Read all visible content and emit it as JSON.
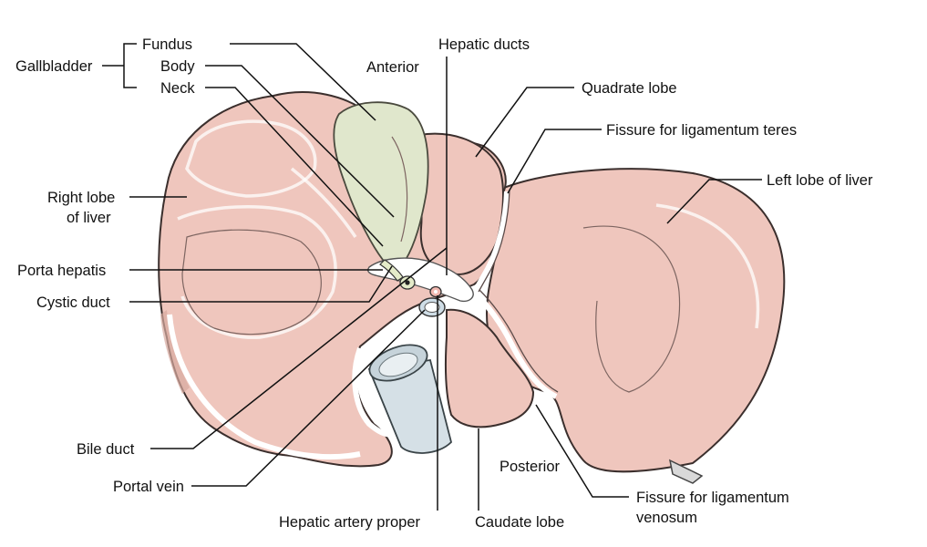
{
  "labels": {
    "gallbladder": "Gallbladder",
    "fundus": "Fundus",
    "body": "Body",
    "neck": "Neck",
    "anterior": "Anterior",
    "hepatic_ducts": "Hepatic ducts",
    "quadrate_lobe": "Quadrate lobe",
    "fissure_lig_teres": "Fissure for ligamentum teres",
    "left_lobe": "Left lobe of liver",
    "right_lobe_1": "Right lobe",
    "right_lobe_2": "of liver",
    "porta_hepatis": "Porta hepatis",
    "cystic_duct": "Cystic duct",
    "bile_duct": "Bile duct",
    "portal_vein": "Portal vein",
    "hepatic_artery_proper": "Hepatic artery proper",
    "caudate_lobe": "Caudate lobe",
    "posterior": "Posterior",
    "fissure_lig_venosum_1": "Fissure for ligamentum",
    "fissure_lig_venosum_2": "venosum"
  },
  "colors": {
    "liver": "#efc6bd",
    "gallbladder": "#e0e7cc",
    "vena_cava": "#d5e0e6",
    "portal_vein": "#cfdde6",
    "hepatic_artery": "#f2b8b0",
    "bile_duct": "#e4ebc9"
  }
}
